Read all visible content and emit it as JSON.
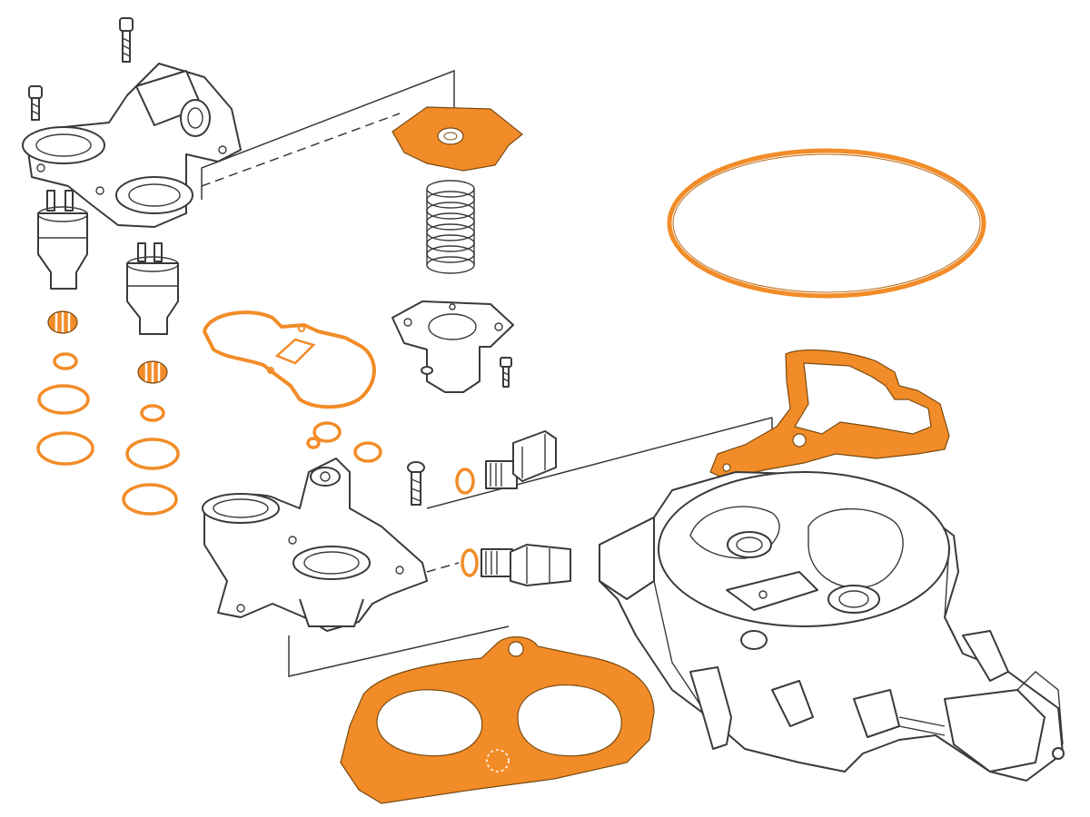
{
  "colors": {
    "accent": "#f28c28",
    "linework": "#3a3a3a",
    "background": "#ffffff"
  },
  "highlighted_parts": [
    "top-cover-gasket",
    "large-o-ring",
    "fuel-meter-gasket",
    "throttle-body-gasket",
    "base-flange-gasket",
    "injector-seal-rings",
    "fitting-seals"
  ]
}
